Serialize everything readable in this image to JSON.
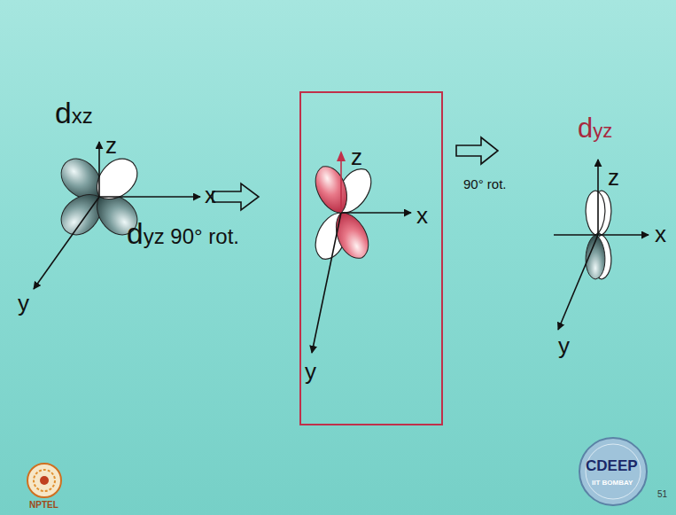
{
  "diagram": {
    "nodes": [
      {
        "text": [
          "z",
          "x",
          "y"
        ]
      }
    ],
    "labels": [
      "dxz",
      "z",
      "x",
      "y",
      "dyz 90° rot.",
      "90° rot.",
      "dyz",
      "z",
      "x",
      "y",
      "NPTEL",
      "CDEEP",
      "IIT BOMBAY",
      "51"
    ]
  }
}
